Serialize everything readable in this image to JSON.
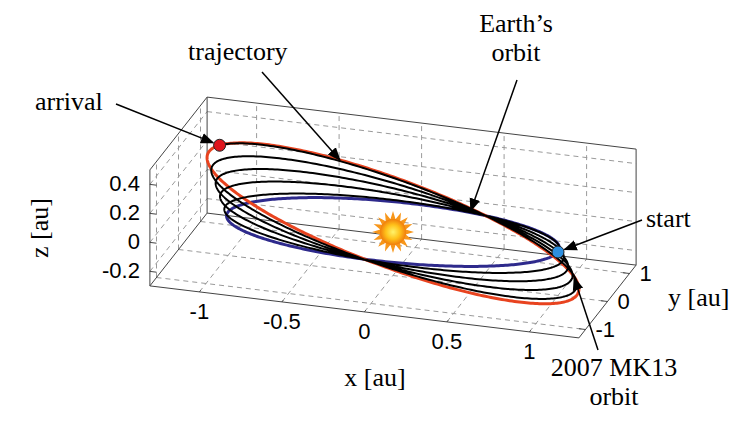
{
  "diagram": {
    "labels": [
      "arrival",
      "trajectory",
      "Earth’s orbit",
      "start",
      "0.4",
      "0.2",
      "0",
      "-0.2",
      "z [au]",
      "1",
      "0",
      "-1",
      "y [au]",
      "-1",
      "-0.5",
      "0",
      "0.5",
      "1",
      "x [au]",
      "2007 MK13 orbit"
    ]
  }
}
